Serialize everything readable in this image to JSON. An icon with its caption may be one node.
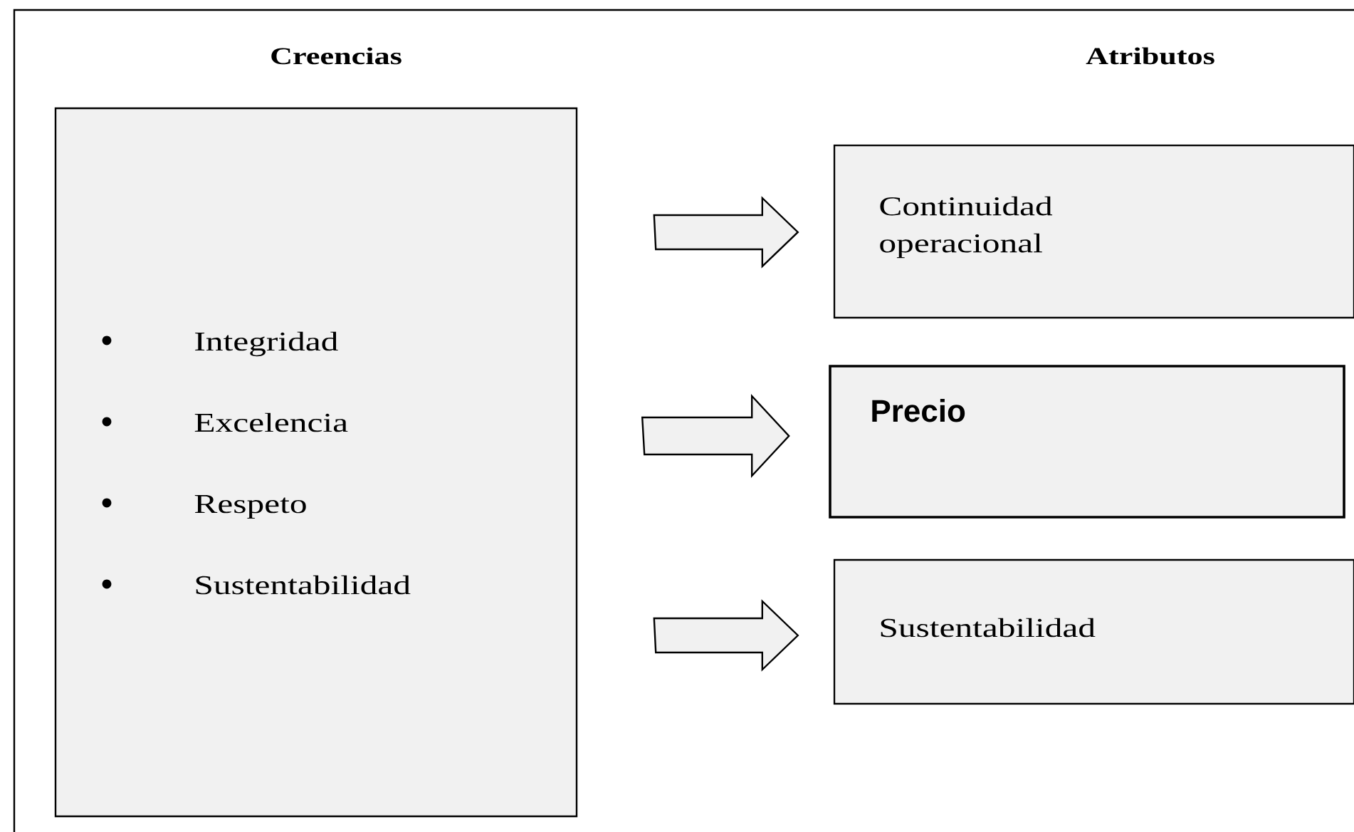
{
  "diagram": {
    "nodes": [
      {
        "text": [
          "Creencias",
          "Integridad",
          "Excelencia",
          "Respeto",
          "Sustentabilidad"
        ]
      },
      {
        "text": [
          "Continuidad operacional"
        ]
      },
      {
        "text": [
          "Precio"
        ]
      },
      {
        "text": [
          "Sustentabilidad"
        ]
      }
    ],
    "edges": [
      {
        "from": 0,
        "to": 1,
        "arrow": "to"
      },
      {
        "from": 0,
        "to": 2,
        "arrow": "to"
      },
      {
        "from": 0,
        "to": 3,
        "arrow": "to"
      }
    ],
    "labels": [
      "Atributos"
    ]
  }
}
